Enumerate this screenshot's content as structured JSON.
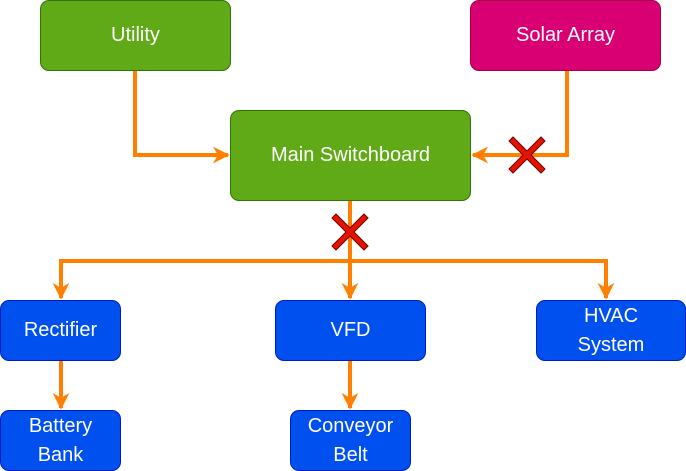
{
  "diagram": {
    "nodes": {
      "utility": {
        "label": "Utility",
        "color": "#60a917"
      },
      "solar": {
        "label": "Solar Array",
        "color": "#d80073"
      },
      "main": {
        "label": "Main Switchboard",
        "color": "#60a917"
      },
      "rectifier": {
        "label": "Rectifier",
        "color": "#0050ef"
      },
      "vfd": {
        "label": "VFD",
        "color": "#0050ef"
      },
      "hvac": {
        "label": "HVAC\nSystem",
        "color": "#0050ef"
      },
      "battery": {
        "label": "Battery\nBank",
        "color": "#0050ef"
      },
      "conveyor": {
        "label": "Conveyor\nBelt",
        "color": "#0050ef"
      }
    },
    "edges": [
      {
        "from": "Utility",
        "to": "Main Switchboard",
        "broken": false
      },
      {
        "from": "Solar Array",
        "to": "Main Switchboard",
        "broken": true
      },
      {
        "from": "Main Switchboard",
        "to": "Rectifier",
        "broken": true
      },
      {
        "from": "Main Switchboard",
        "to": "VFD",
        "broken": true
      },
      {
        "from": "Main Switchboard",
        "to": "HVAC System",
        "broken": true
      },
      {
        "from": "Rectifier",
        "to": "Battery Bank",
        "broken": false
      },
      {
        "from": "VFD",
        "to": "Conveyor Belt",
        "broken": false
      }
    ],
    "edge_color": "#ff8000",
    "break_marker_color": "#e51400"
  }
}
